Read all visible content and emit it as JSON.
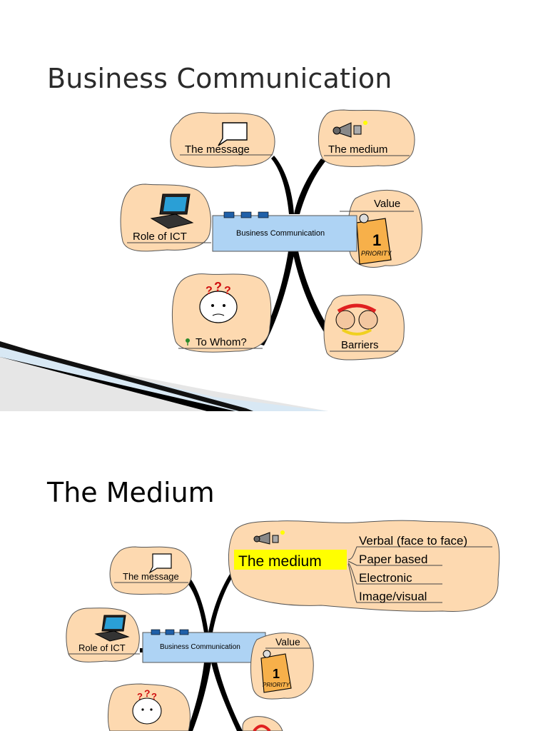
{
  "slide1": {
    "title": "Business Communication",
    "center": "Business Communication",
    "nodes": {
      "message": "The message",
      "medium": "The medium",
      "value": "Value",
      "ict": "Role of ICT",
      "whom": "To Whom?",
      "barriers": "Barriers"
    },
    "priority_badge": "1",
    "priority_text": "PRIORITY"
  },
  "slide2": {
    "title": "The Medium",
    "center": "Business Communication",
    "nodes": {
      "medium": "The medium",
      "message": "The message",
      "ict": "Role of ICT",
      "value": "Value"
    },
    "medium_items": [
      "Verbal (face to face)",
      "Paper based",
      "Electronic",
      "Image/visual"
    ],
    "priority_badge": "1",
    "priority_text": "PRIORITY"
  },
  "colors": {
    "cloud_fill": "#fdd9b0",
    "center_fill": "#aed3f4",
    "highlight": "#ffff00",
    "priority_fill": "#f7b04a"
  }
}
